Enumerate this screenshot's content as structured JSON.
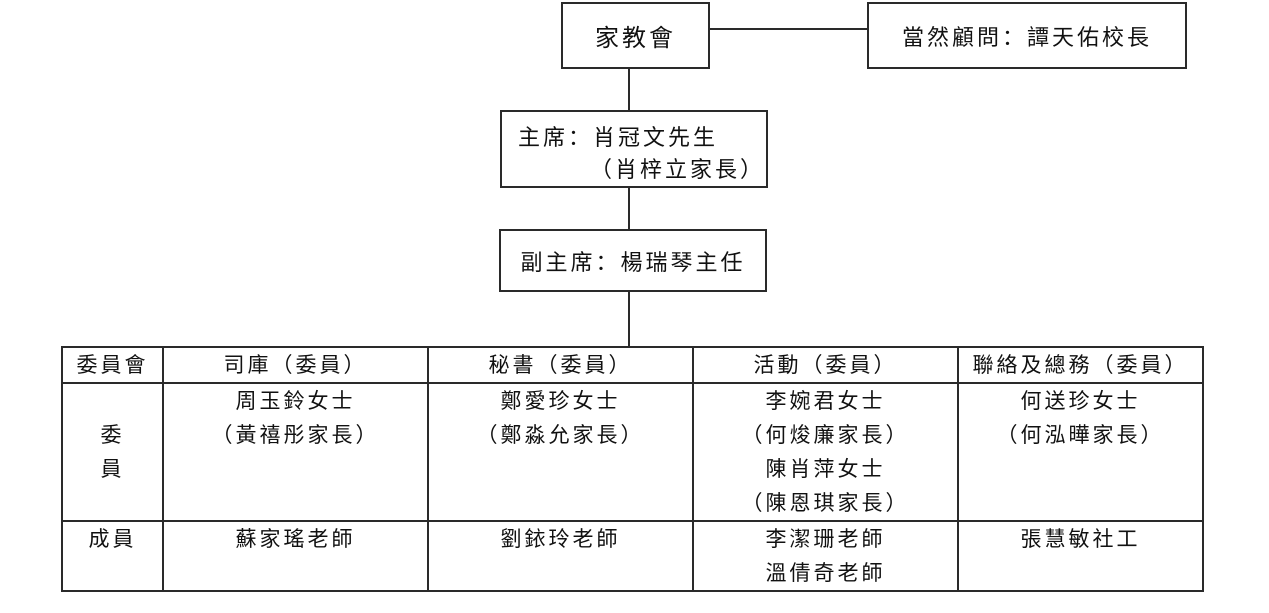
{
  "org": {
    "pta": "家教會",
    "advisor": "當然顧問：譚天佑校長",
    "chair_line1": "主席：肖冠文先生",
    "chair_line2": "（肖梓立家長）",
    "vice_chair": "副主席：楊瑞琴主任"
  },
  "table": {
    "header": [
      "委員會",
      "司庫（委員）",
      "秘書（委員）",
      "活動（委員）",
      "聯絡及總務（委員）"
    ],
    "members_label_chars": [
      "委",
      "員"
    ],
    "members": [
      [
        "周玉鈴女士",
        "（黃禧彤家長）"
      ],
      [
        "鄭愛珍女士",
        "（鄭淼允家長）"
      ],
      [
        "李婉君女士",
        "（何焌廉家長）",
        "陳肖萍女士",
        "（陳恩琪家長）"
      ],
      [
        "何送珍女士",
        "（何泓曄家長）"
      ]
    ],
    "staff_label": "成員",
    "staff": [
      [
        "蘇家瑤老師"
      ],
      [
        "劉銥玲老師"
      ],
      [
        "李潔珊老師",
        "溫倩奇老師"
      ],
      [
        "張慧敏社工"
      ]
    ]
  }
}
